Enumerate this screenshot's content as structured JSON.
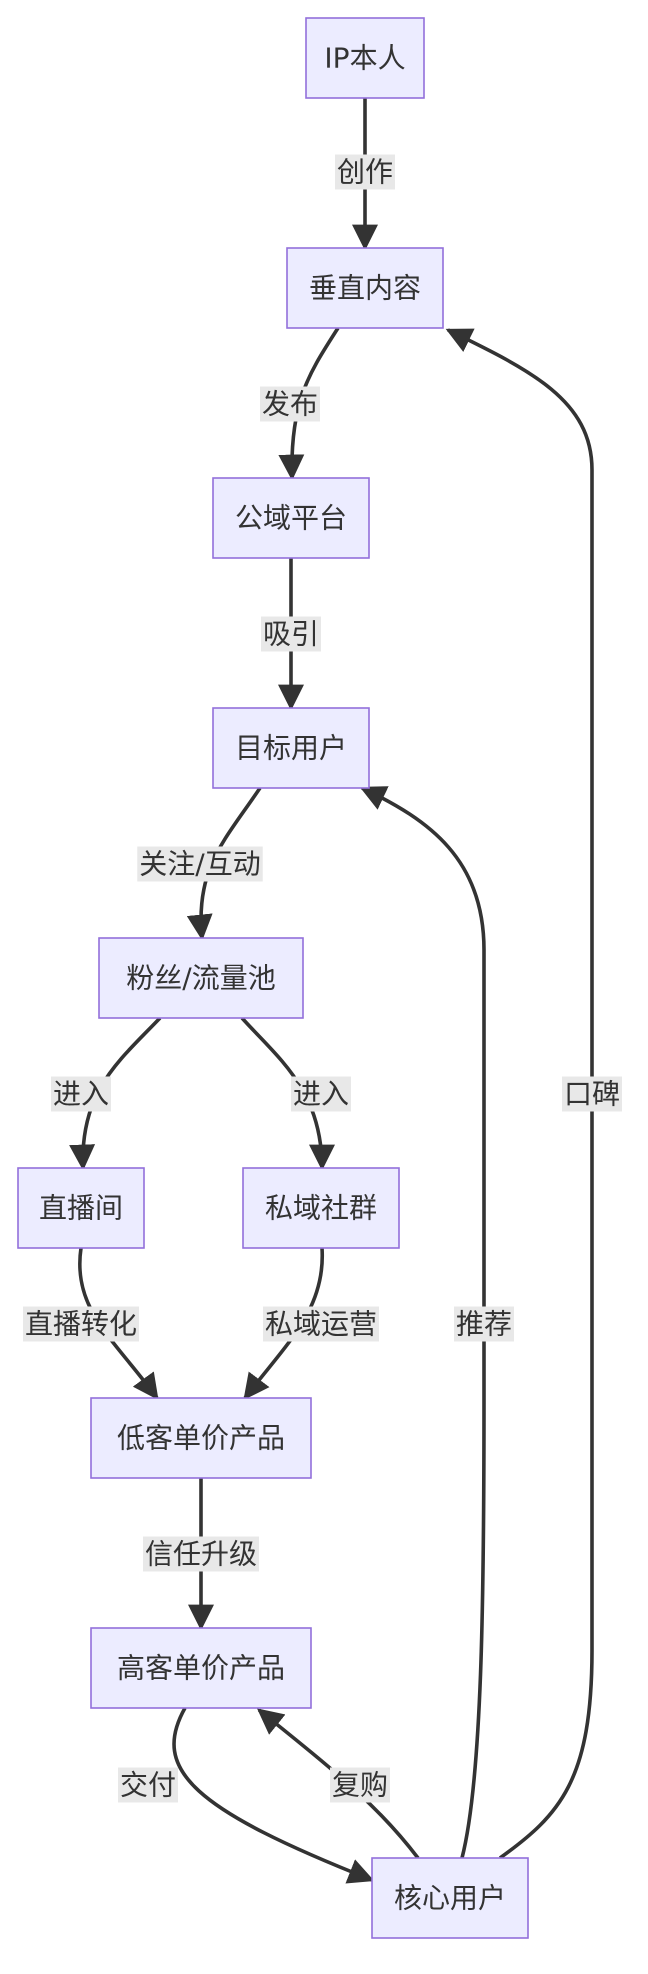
{
  "colors": {
    "node_fill": "#ECECFF",
    "node_stroke": "#9370DB",
    "edge": "#333333",
    "label_bg": "#E8E8E8",
    "text": "#333333"
  },
  "nodes": [
    {
      "id": "ip",
      "label": "IP本人"
    },
    {
      "id": "content",
      "label": "垂直内容"
    },
    {
      "id": "platform",
      "label": "公域平台"
    },
    {
      "id": "target",
      "label": "目标用户"
    },
    {
      "id": "fans",
      "label": "粉丝/流量池"
    },
    {
      "id": "live",
      "label": "直播间"
    },
    {
      "id": "private",
      "label": "私域社群"
    },
    {
      "id": "low",
      "label": "低客单价产品"
    },
    {
      "id": "high",
      "label": "高客单价产品"
    },
    {
      "id": "core",
      "label": "核心用户"
    }
  ],
  "edges": [
    {
      "id": "e-create",
      "from": "ip",
      "to": "content",
      "label": "创作"
    },
    {
      "id": "e-publish",
      "from": "content",
      "to": "platform",
      "label": "发布"
    },
    {
      "id": "e-attract",
      "from": "platform",
      "to": "target",
      "label": "吸引"
    },
    {
      "id": "e-follow",
      "from": "target",
      "to": "fans",
      "label": "关注/互动"
    },
    {
      "id": "e-enter-live",
      "from": "fans",
      "to": "live",
      "label": "进入"
    },
    {
      "id": "e-enter-private",
      "from": "fans",
      "to": "private",
      "label": "进入"
    },
    {
      "id": "e-live-conv",
      "from": "live",
      "to": "low",
      "label": "直播转化"
    },
    {
      "id": "e-private-op",
      "from": "private",
      "to": "low",
      "label": "私域运营"
    },
    {
      "id": "e-trust",
      "from": "low",
      "to": "high",
      "label": "信任升级"
    },
    {
      "id": "e-deliver",
      "from": "high",
      "to": "core",
      "label": "交付"
    },
    {
      "id": "e-repurchase",
      "from": "core",
      "to": "high",
      "label": "复购"
    },
    {
      "id": "e-recommend",
      "from": "core",
      "to": "target",
      "label": "推荐"
    },
    {
      "id": "e-wom",
      "from": "core",
      "to": "content",
      "label": "口碑"
    }
  ]
}
